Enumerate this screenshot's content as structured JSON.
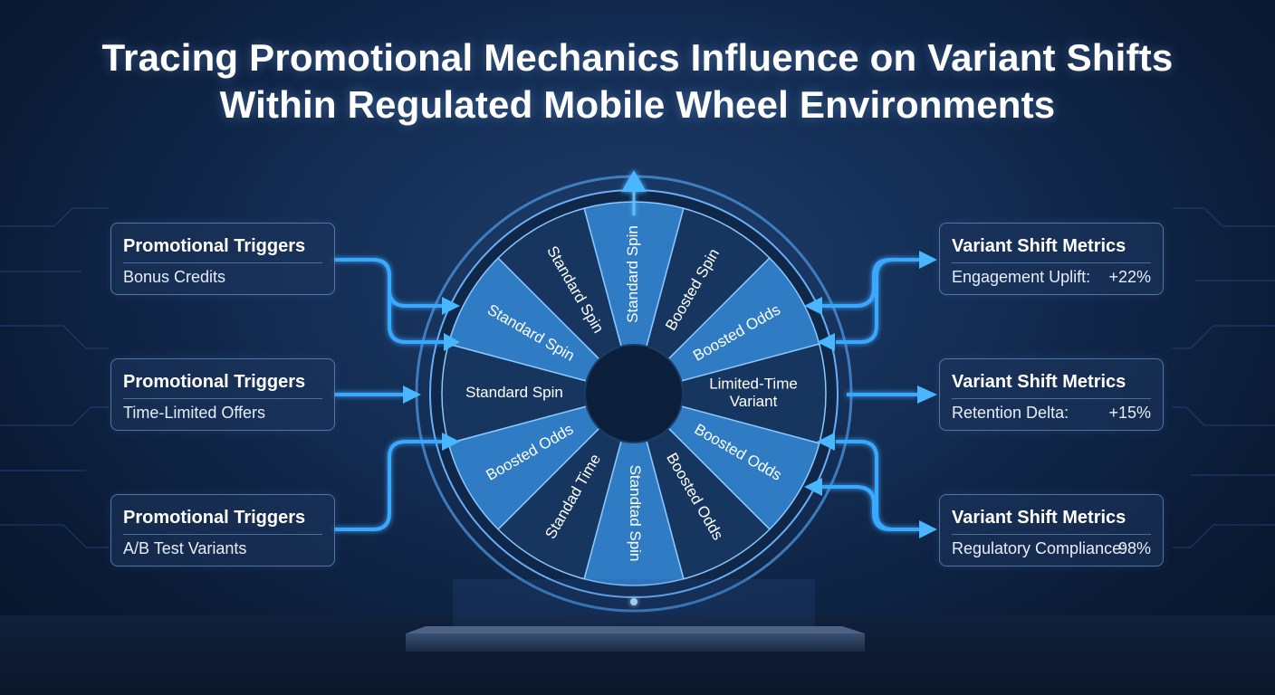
{
  "title": {
    "line1": "Tracing Promotional Mechanics Influence on Variant Shifts",
    "line2": "Within Regulated Mobile Wheel Environments"
  },
  "triggers": [
    {
      "heading": "Promotional Triggers",
      "item": "Bonus Credits"
    },
    {
      "heading": "Promotional Triggers",
      "item": "Time-Limited Offers"
    },
    {
      "heading": "Promotional Triggers",
      "item": "A/B Test Variants"
    }
  ],
  "metrics": [
    {
      "heading": "Variant Shift Metrics",
      "label": "Engagement Uplift:",
      "value": "+22%"
    },
    {
      "heading": "Variant Shift Metrics",
      "label": "Retention Delta:",
      "value": "+15%"
    },
    {
      "heading": "Variant Shift Metrics",
      "label": "Regulatory Compliance:",
      "value": "98%"
    }
  ],
  "wheel": {
    "segments": [
      {
        "label": "Standard Spin",
        "highlight": true
      },
      {
        "label": "Boosted Spin",
        "highlight": false
      },
      {
        "label": "Boosted Odds",
        "highlight": true
      },
      {
        "label": "Limited-Time Variant",
        "highlight": false
      },
      {
        "label": "Boosted Odds",
        "highlight": true
      },
      {
        "label": "Boosted Odds",
        "highlight": false
      },
      {
        "label": "Standtad Spin",
        "highlight": true
      },
      {
        "label": "Standad Time",
        "highlight": false
      },
      {
        "label": "Boosted Odds",
        "highlight": true
      },
      {
        "label": "Standard Spin",
        "highlight": false
      },
      {
        "label": "Standard Spin",
        "highlight": true
      },
      {
        "label": "Standard Spin",
        "highlight": false
      }
    ]
  },
  "colors": {
    "accent": "#3aa8ff",
    "segment_light": "#2f7bc4",
    "segment_dark": "#16365f"
  }
}
